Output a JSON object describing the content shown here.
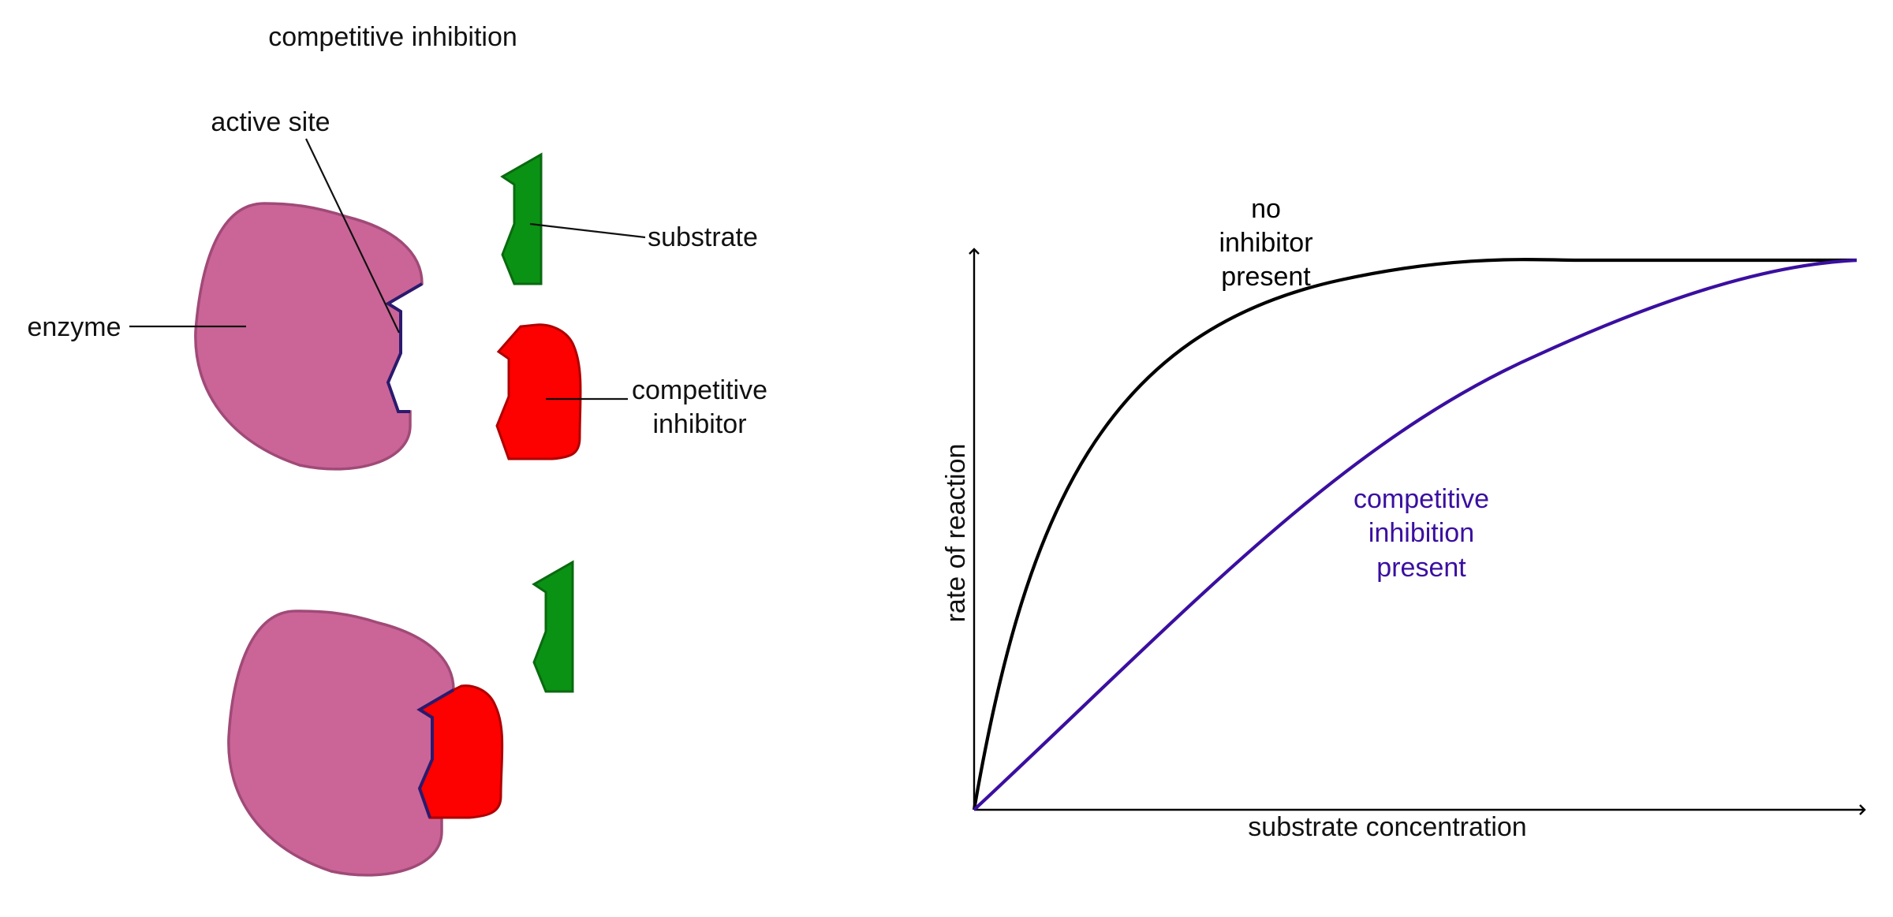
{
  "title": "competitive inhibition",
  "labels": {
    "active_site": "active site",
    "enzyme": "enzyme",
    "substrate": "substrate",
    "inhibitor_line1": "competitive",
    "inhibitor_line2": "inhibitor"
  },
  "colors": {
    "enzyme": "#cb6597",
    "enzyme_stroke": "#a04a78",
    "active_site_edge": "#2b1a6e",
    "substrate": "#0a9214",
    "substrate_stroke": "#0a6a10",
    "inhibitor": "#fd0000",
    "inhibitor_stroke": "#b00000",
    "no_inhibitor_curve": "#000000",
    "inhibited_curve": "#3a0fa0"
  },
  "chart_data": {
    "type": "line",
    "xlabel": "substrate concentration",
    "ylabel": "rate of reaction",
    "series": [
      {
        "name_lines": [
          "no",
          "inhibitor",
          "present"
        ],
        "color": "#000000",
        "shape": "saturating (steep rise, plateau at maximum rate)"
      },
      {
        "name_lines": [
          "competitive",
          "inhibition",
          "present"
        ],
        "color": "#3a0fa0",
        "shape": "gradual rise reaching the same maximum rate at high substrate concentration"
      }
    ]
  }
}
